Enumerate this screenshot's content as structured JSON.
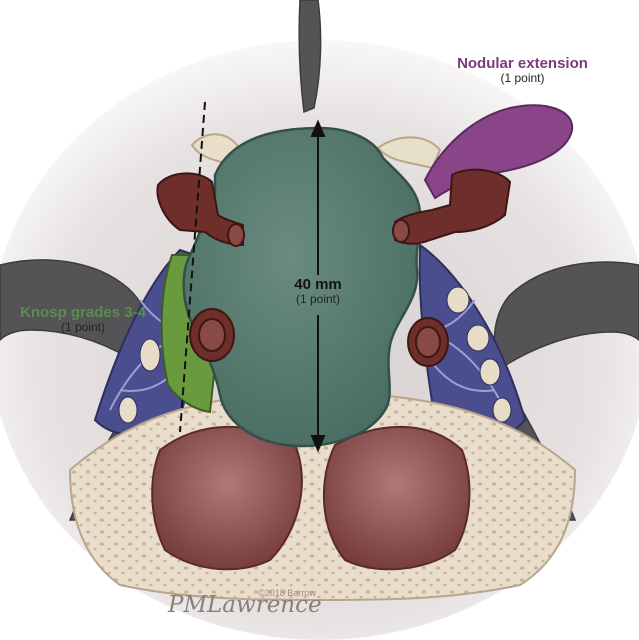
{
  "labels": {
    "nodular_extension": {
      "title": "Nodular extension",
      "points": "(1 point)"
    },
    "knosp": {
      "title": "Knosp grades 3-4",
      "points": "(1 point)"
    },
    "diameter": {
      "title": "40 mm",
      "points": "(1 point)"
    }
  },
  "credits": {
    "copyright": "©2018 Barrow",
    "signature": "PMLawrence"
  },
  "colors": {
    "tumor": "#56786c",
    "nodule": "#8a4589",
    "knosp_region": "#6a9a3e",
    "artery": "#6e2f2a",
    "bone": "#e8dccb",
    "sinus": "#7d3f41",
    "venous_sinus": "#4a4e8e",
    "background_tissue": "#5a5a5c"
  }
}
